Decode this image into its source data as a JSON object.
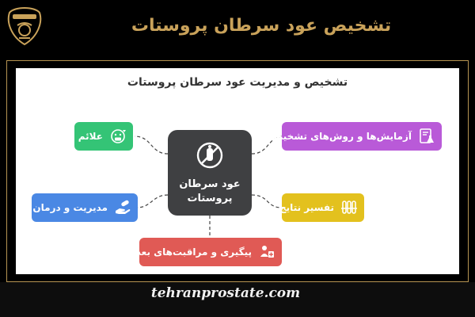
{
  "header": {
    "title": "تشخیص عود سرطان پروستات"
  },
  "logo": {
    "icon": "prostate-logo-icon",
    "color": "#c9a25a"
  },
  "diagram": {
    "title": "تشخیص و مدیریت عود سرطان پروستات",
    "center": {
      "label": "عود سرطان پروستات",
      "icon": "no-prostate-icon"
    },
    "nodes": [
      {
        "id": "tests",
        "label": "آزمایش‌ها و روش‌های تشخیصی",
        "icon": "lab-flask-icon",
        "color": "#b95ad8"
      },
      {
        "id": "results",
        "label": "تفسیر نتایج",
        "icon": "test-tubes-icon",
        "color": "#e3c11e"
      },
      {
        "id": "followup",
        "label": "پیگیری و مراقبت‌های بعدی",
        "icon": "patient-care-icon",
        "color": "#e05a55"
      },
      {
        "id": "treatment",
        "label": "مدیریت و درمان",
        "icon": "hand-pill-icon",
        "color": "#4a88e4"
      },
      {
        "id": "symptoms",
        "label": "علائم",
        "icon": "sick-face-icon",
        "color": "#34c476"
      }
    ]
  },
  "footer": {
    "website": "tehranprostate.com"
  }
}
